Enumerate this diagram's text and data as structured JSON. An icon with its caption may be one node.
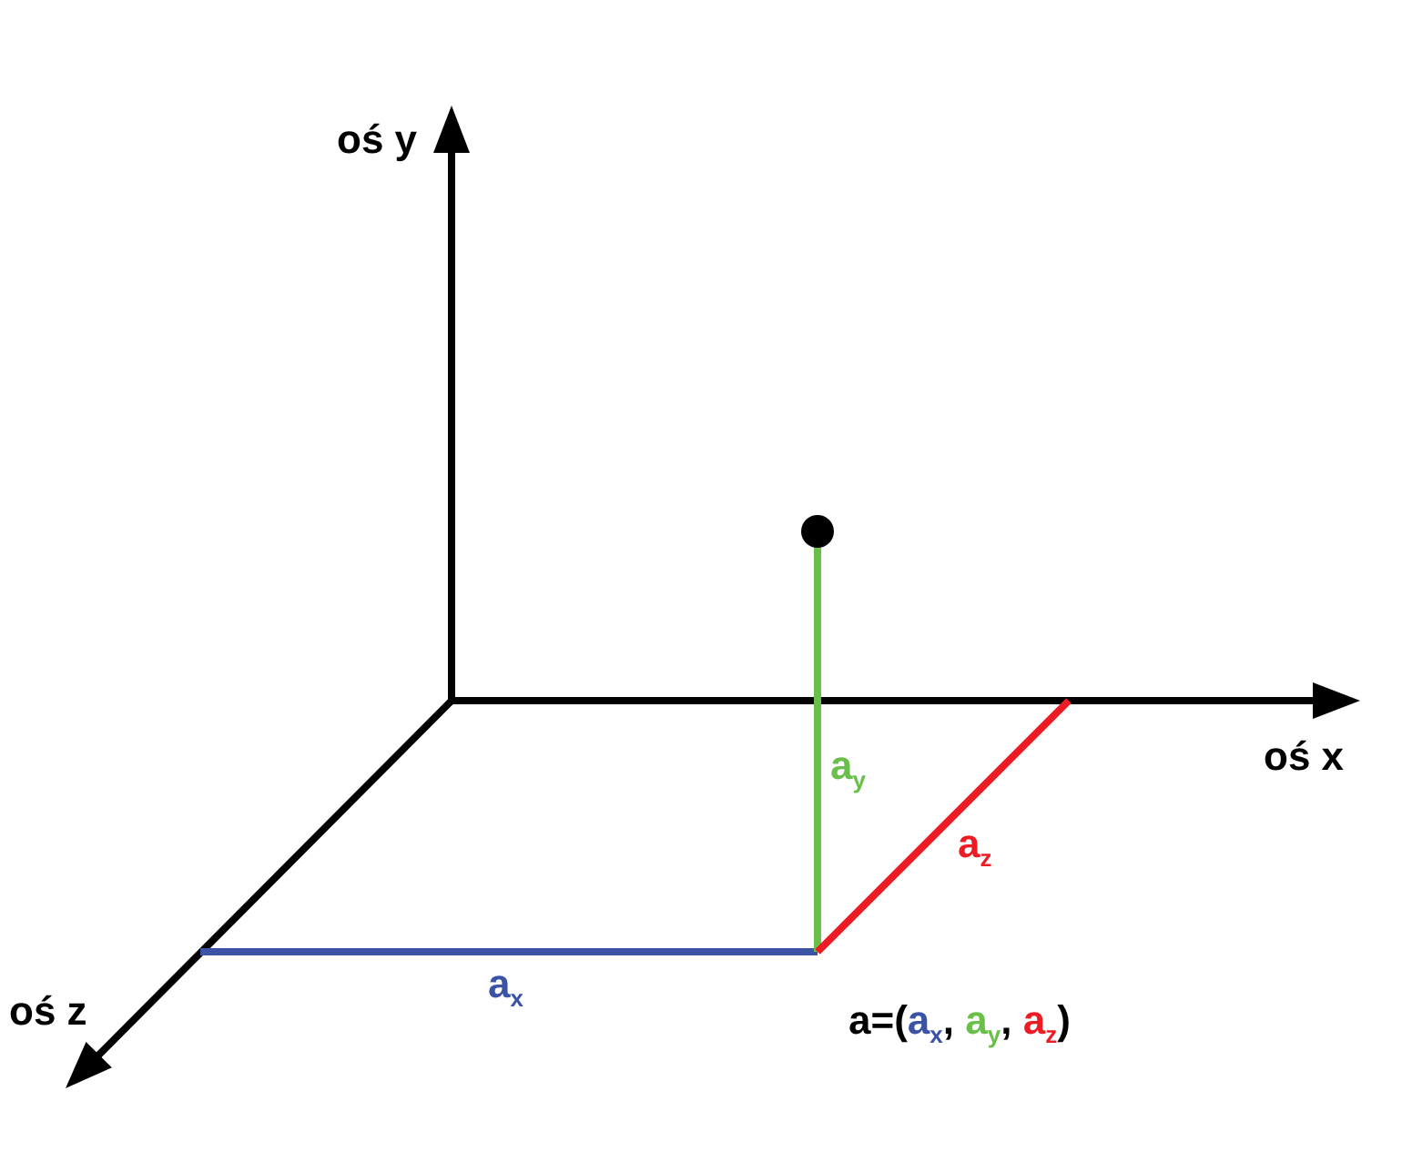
{
  "diagram": {
    "labels": [
      "oś y",
      "oś x",
      "oś z",
      "a$_{x}$",
      "a$_{y}$",
      "a$_{z}$",
      "a=(a$_{x}$, a$_{y}$, a$_{z}$)"
    ]
  }
}
